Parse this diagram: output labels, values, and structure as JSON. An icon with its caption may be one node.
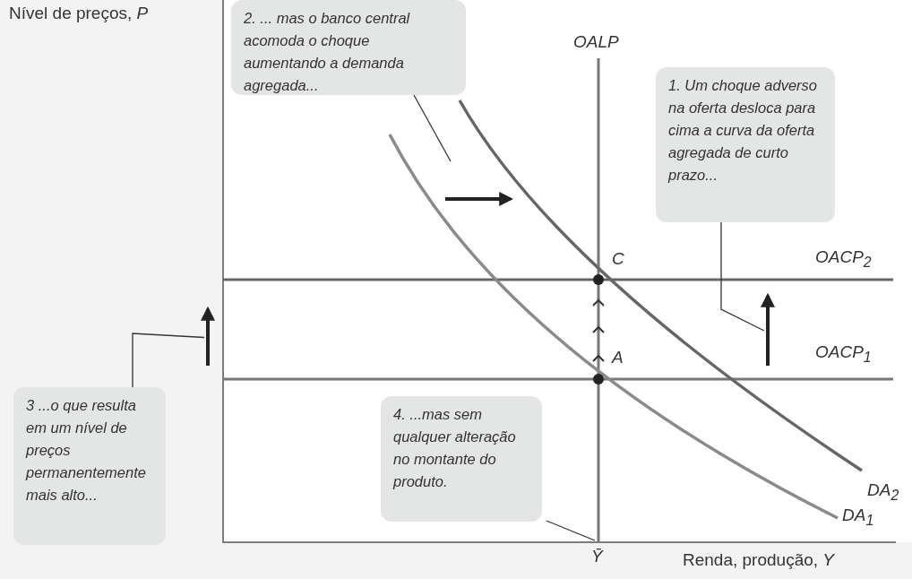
{
  "diagram": {
    "nodes": [
      {
        "text": [
          "2. ... mas o banco central acomoda o choque aumentando a demanda agregada..."
        ]
      },
      {
        "text": [
          "1. Um choque adverso na oferta desloca para cima a curva da oferta agregada de curto prazo..."
        ]
      },
      {
        "text": [],
        "shape": "arrow"
      },
      {
        "text": [
          "3 ...o que resulta em um nível de preços permanentemente mais alto..."
        ]
      },
      {
        "text": [],
        "shape": "arrow"
      },
      {
        "text": [
          "4. ...mas sem qualquer alteração no montante do produto."
        ]
      }
    ],
    "edges": [
      {
        "from": 0,
        "to": null,
        "arrow": "none"
      },
      {
        "from": 1,
        "to": 4,
        "arrow": "none"
      },
      {
        "from": 3,
        "to": 2,
        "arrow": "none"
      },
      {
        "from": 5,
        "to": null,
        "arrow": "none"
      }
    ],
    "labels": [
      "Nível de preços, *P*",
      "OALP",
      "C",
      "OACP$_{2}$",
      "A",
      "OACP$_{1}$",
      "DA$_{2}$",
      "DA$_{1}$",
      "Ȳ",
      "Renda, produção, *Y*"
    ]
  }
}
